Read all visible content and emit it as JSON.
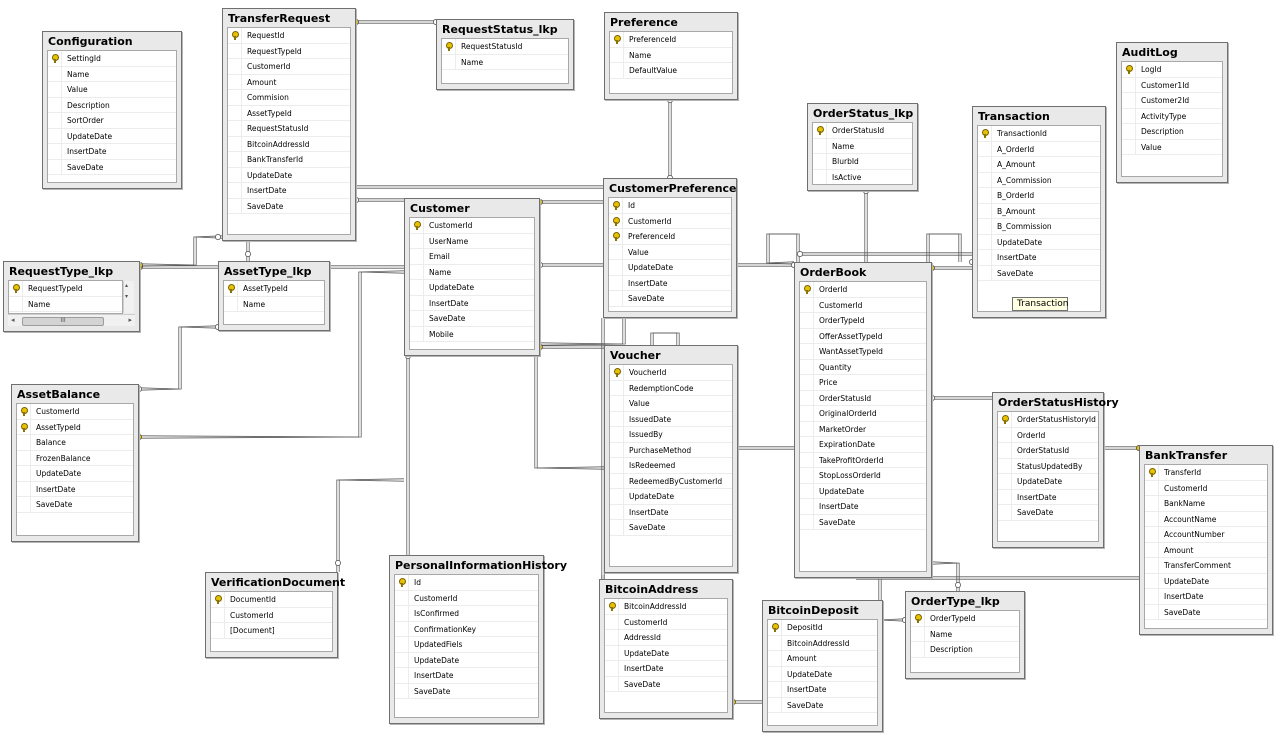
{
  "tables": [
    {
      "id": "Configuration",
      "title": "Configuration",
      "columns": [
        {
          "name": "SettingId",
          "pk": true
        },
        {
          "name": "Name"
        },
        {
          "name": "Value"
        },
        {
          "name": "Description"
        },
        {
          "name": "SortOrder"
        },
        {
          "name": "UpdateDate"
        },
        {
          "name": "InsertDate"
        },
        {
          "name": "SaveDate"
        }
      ]
    },
    {
      "id": "TransferRequest",
      "title": "TransferRequest",
      "columns": [
        {
          "name": "RequestId",
          "pk": true
        },
        {
          "name": "RequestTypeId"
        },
        {
          "name": "CustomerId"
        },
        {
          "name": "Amount"
        },
        {
          "name": "Commision"
        },
        {
          "name": "AssetTypeId"
        },
        {
          "name": "RequestStatusId"
        },
        {
          "name": "BitcoinAddressId"
        },
        {
          "name": "BankTransferId"
        },
        {
          "name": "UpdateDate"
        },
        {
          "name": "InsertDate"
        },
        {
          "name": "SaveDate"
        }
      ]
    },
    {
      "id": "RequestStatus_lkp",
      "title": "RequestStatus_lkp",
      "columns": [
        {
          "name": "RequestStatusId",
          "pk": true
        },
        {
          "name": "Name"
        }
      ]
    },
    {
      "id": "Preference",
      "title": "Preference",
      "columns": [
        {
          "name": "PreferenceId",
          "pk": true
        },
        {
          "name": "Name"
        },
        {
          "name": "DefaultValue"
        }
      ]
    },
    {
      "id": "OrderStatus_lkp",
      "title": "OrderStatus_lkp",
      "columns": [
        {
          "name": "OrderStatusId",
          "pk": true
        },
        {
          "name": "Name"
        },
        {
          "name": "BlurbId"
        },
        {
          "name": "IsActive"
        }
      ]
    },
    {
      "id": "Transaction",
      "title": "Transaction",
      "columns": [
        {
          "name": "TransactionId",
          "pk": true
        },
        {
          "name": "A_OrderId"
        },
        {
          "name": "A_Amount"
        },
        {
          "name": "A_Commission"
        },
        {
          "name": "B_OrderId"
        },
        {
          "name": "B_Amount"
        },
        {
          "name": "B_Commission"
        },
        {
          "name": "UpdateDate"
        },
        {
          "name": "InsertDate"
        },
        {
          "name": "SaveDate"
        }
      ]
    },
    {
      "id": "AuditLog",
      "title": "AuditLog",
      "columns": [
        {
          "name": "LogId",
          "pk": true
        },
        {
          "name": "Customer1Id"
        },
        {
          "name": "Customer2Id"
        },
        {
          "name": "ActivityType"
        },
        {
          "name": "Description"
        },
        {
          "name": "Value"
        }
      ]
    },
    {
      "id": "RequestType_lkp",
      "title": "RequestType_lkp",
      "columns": [
        {
          "name": "RequestTypeId",
          "pk": true
        },
        {
          "name": "Name"
        }
      ]
    },
    {
      "id": "AssetType_lkp",
      "title": "AssetType_lkp",
      "columns": [
        {
          "name": "AssetTypeId",
          "pk": true
        },
        {
          "name": "Name"
        }
      ]
    },
    {
      "id": "Customer",
      "title": "Customer",
      "columns": [
        {
          "name": "CustomerId",
          "pk": true
        },
        {
          "name": "UserName"
        },
        {
          "name": "Email"
        },
        {
          "name": "Name"
        },
        {
          "name": "UpdateDate"
        },
        {
          "name": "InsertDate"
        },
        {
          "name": "SaveDate"
        },
        {
          "name": "Mobile"
        }
      ]
    },
    {
      "id": "CustomerPreference",
      "title": "CustomerPreference",
      "columns": [
        {
          "name": "Id",
          "pk": true
        },
        {
          "name": "CustomerId",
          "pk": true
        },
        {
          "name": "PreferenceId",
          "pk": true
        },
        {
          "name": "Value"
        },
        {
          "name": "UpdateDate"
        },
        {
          "name": "InsertDate"
        },
        {
          "name": "SaveDate"
        }
      ]
    },
    {
      "id": "OrderBook",
      "title": "OrderBook",
      "columns": [
        {
          "name": "OrderId",
          "pk": true
        },
        {
          "name": "CustomerId"
        },
        {
          "name": "OrderTypeId"
        },
        {
          "name": "OfferAssetTypeId"
        },
        {
          "name": "WantAssetTypeId"
        },
        {
          "name": "Quantity"
        },
        {
          "name": "Price"
        },
        {
          "name": "OrderStatusId"
        },
        {
          "name": "OriginalOrderId"
        },
        {
          "name": "MarketOrder"
        },
        {
          "name": "ExpirationDate"
        },
        {
          "name": "TakeProfitOrderId"
        },
        {
          "name": "StopLossOrderId"
        },
        {
          "name": "UpdateDate"
        },
        {
          "name": "InsertDate"
        },
        {
          "name": "SaveDate"
        }
      ]
    },
    {
      "id": "AssetBalance",
      "title": "AssetBalance",
      "columns": [
        {
          "name": "CustomerId",
          "pk": true
        },
        {
          "name": "AssetTypeId",
          "pk": true
        },
        {
          "name": "Balance"
        },
        {
          "name": "FrozenBalance"
        },
        {
          "name": "UpdateDate"
        },
        {
          "name": "InsertDate"
        },
        {
          "name": "SaveDate"
        }
      ]
    },
    {
      "id": "Voucher",
      "title": "Voucher",
      "columns": [
        {
          "name": "VoucherId",
          "pk": true
        },
        {
          "name": "RedemptionCode"
        },
        {
          "name": "Value"
        },
        {
          "name": "IssuedDate"
        },
        {
          "name": "IssuedBy"
        },
        {
          "name": "PurchaseMethod"
        },
        {
          "name": "IsRedeemed"
        },
        {
          "name": "RedeemedByCustomerId"
        },
        {
          "name": "UpdateDate"
        },
        {
          "name": "InsertDate"
        },
        {
          "name": "SaveDate"
        }
      ]
    },
    {
      "id": "OrderStatusHistory",
      "title": "OrderStatusHistory",
      "columns": [
        {
          "name": "OrderStatusHistoryId",
          "pk": true
        },
        {
          "name": "OrderId"
        },
        {
          "name": "OrderStatusId"
        },
        {
          "name": "StatusUpdatedBy"
        },
        {
          "name": "UpdateDate"
        },
        {
          "name": "InsertDate"
        },
        {
          "name": "SaveDate"
        }
      ]
    },
    {
      "id": "BankTransfer",
      "title": "BankTransfer",
      "columns": [
        {
          "name": "TransferId",
          "pk": true
        },
        {
          "name": "CustomerId"
        },
        {
          "name": "BankName"
        },
        {
          "name": "AccountName"
        },
        {
          "name": "AccountNumber"
        },
        {
          "name": "Amount"
        },
        {
          "name": "TransferComment"
        },
        {
          "name": "UpdateDate"
        },
        {
          "name": "InsertDate"
        },
        {
          "name": "SaveDate"
        }
      ]
    },
    {
      "id": "VerificationDocument",
      "title": "VerificationDocument",
      "columns": [
        {
          "name": "DocumentId",
          "pk": true
        },
        {
          "name": "CustomerId"
        },
        {
          "name": "[Document]"
        }
      ]
    },
    {
      "id": "PersonalInformationHistory",
      "title": "PersonalInformationHistory",
      "columns": [
        {
          "name": "Id",
          "pk": true
        },
        {
          "name": "CustomerId"
        },
        {
          "name": "IsConfirmed"
        },
        {
          "name": "ConfirmationKey"
        },
        {
          "name": "UpdatedFiels"
        },
        {
          "name": "UpdateDate"
        },
        {
          "name": "InsertDate"
        },
        {
          "name": "SaveDate"
        }
      ]
    },
    {
      "id": "BitcoinAddress",
      "title": "BitcoinAddress",
      "columns": [
        {
          "name": "BitcoinAddressId",
          "pk": true
        },
        {
          "name": "CustomerId"
        },
        {
          "name": "AddressId"
        },
        {
          "name": "UpdateDate"
        },
        {
          "name": "InsertDate"
        },
        {
          "name": "SaveDate"
        }
      ]
    },
    {
      "id": "BitcoinDeposit",
      "title": "BitcoinDeposit",
      "columns": [
        {
          "name": "DepositId",
          "pk": true
        },
        {
          "name": "BitcoinAddressId"
        },
        {
          "name": "Amount"
        },
        {
          "name": "UpdateDate"
        },
        {
          "name": "InsertDate"
        },
        {
          "name": "SaveDate"
        }
      ]
    },
    {
      "id": "OrderType_lkp",
      "title": "OrderType_lkp",
      "columns": [
        {
          "name": "OrderTypeId",
          "pk": true
        },
        {
          "name": "Name"
        },
        {
          "name": "Description"
        }
      ]
    }
  ],
  "tooltip": {
    "text": "Transaction"
  },
  "scrollbar": {
    "thumb_label": "III"
  },
  "colors": {
    "link": "#5a5a5a",
    "key_fill": "#e7c200",
    "table_frame": "#e9e9e9"
  }
}
